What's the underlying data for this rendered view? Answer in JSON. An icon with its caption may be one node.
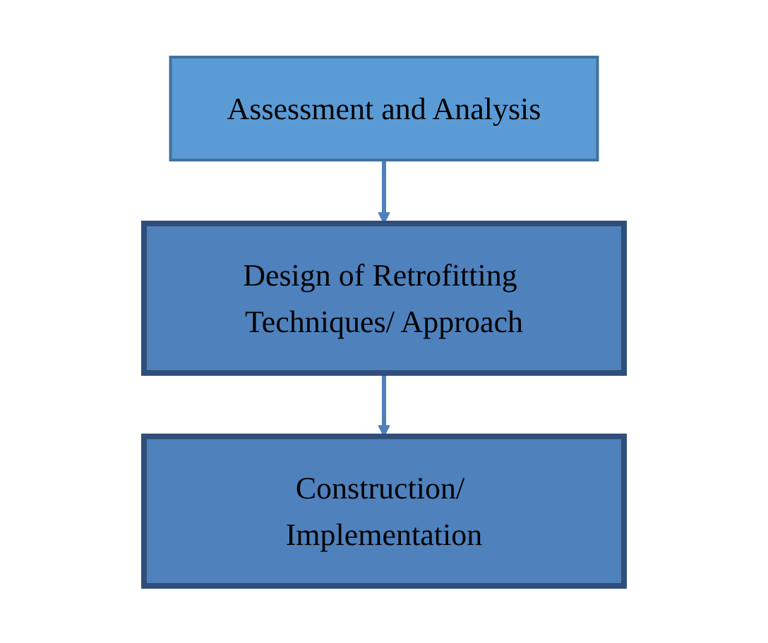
{
  "diagram": {
    "nodes": [
      {
        "text": [
          "Assessment and Analysis"
        ]
      },
      {
        "text": [
          "Design of Retrofitting Techniques/ Approach"
        ]
      },
      {
        "text": [
          "Construction/ Implementation"
        ]
      }
    ],
    "edges": [
      {
        "from": 0,
        "to": 1,
        "arrow": "to"
      },
      {
        "from": 1,
        "to": 2,
        "arrow": "to"
      }
    ]
  }
}
